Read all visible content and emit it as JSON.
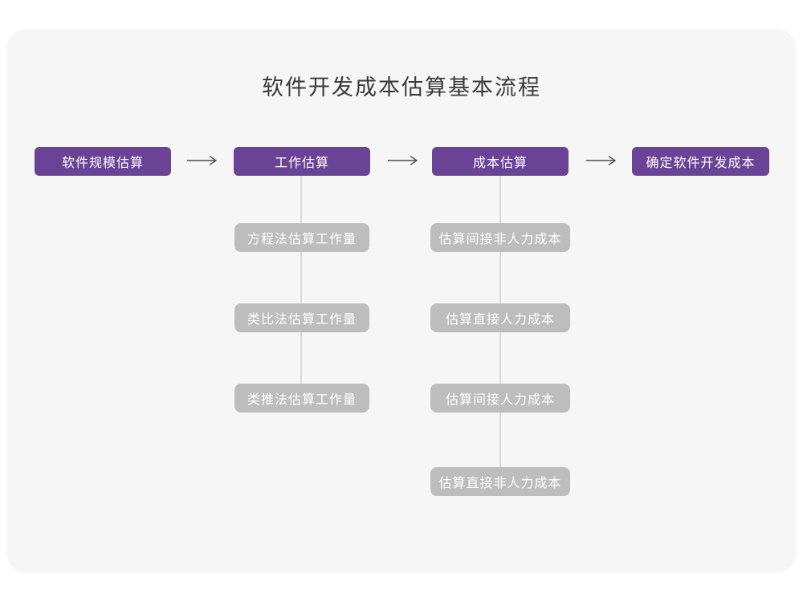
{
  "title": "软件开发成本估算基本流程",
  "colors": {
    "stage_fill": "#6a4396",
    "stage_text": "#ffffff",
    "sub_fill": "#bdbdbd",
    "sub_text": "#ffffff",
    "panel_bg": "#f6f6f6",
    "arrow": "#4d4d4d",
    "connector": "#d9d9d9"
  },
  "flow": {
    "stages": [
      {
        "label": "软件规模估算",
        "children": []
      },
      {
        "label": "工作估算",
        "children": [
          "方程法估算工作量",
          "类比法估算工作量",
          "类推法估算工作量"
        ]
      },
      {
        "label": "成本估算",
        "children": [
          "估算间接非人力成本",
          "估算直接人力成本",
          "估算间接人力成本",
          "估算直接非人力成本"
        ]
      },
      {
        "label": "确定软件开发成本",
        "children": []
      }
    ]
  }
}
